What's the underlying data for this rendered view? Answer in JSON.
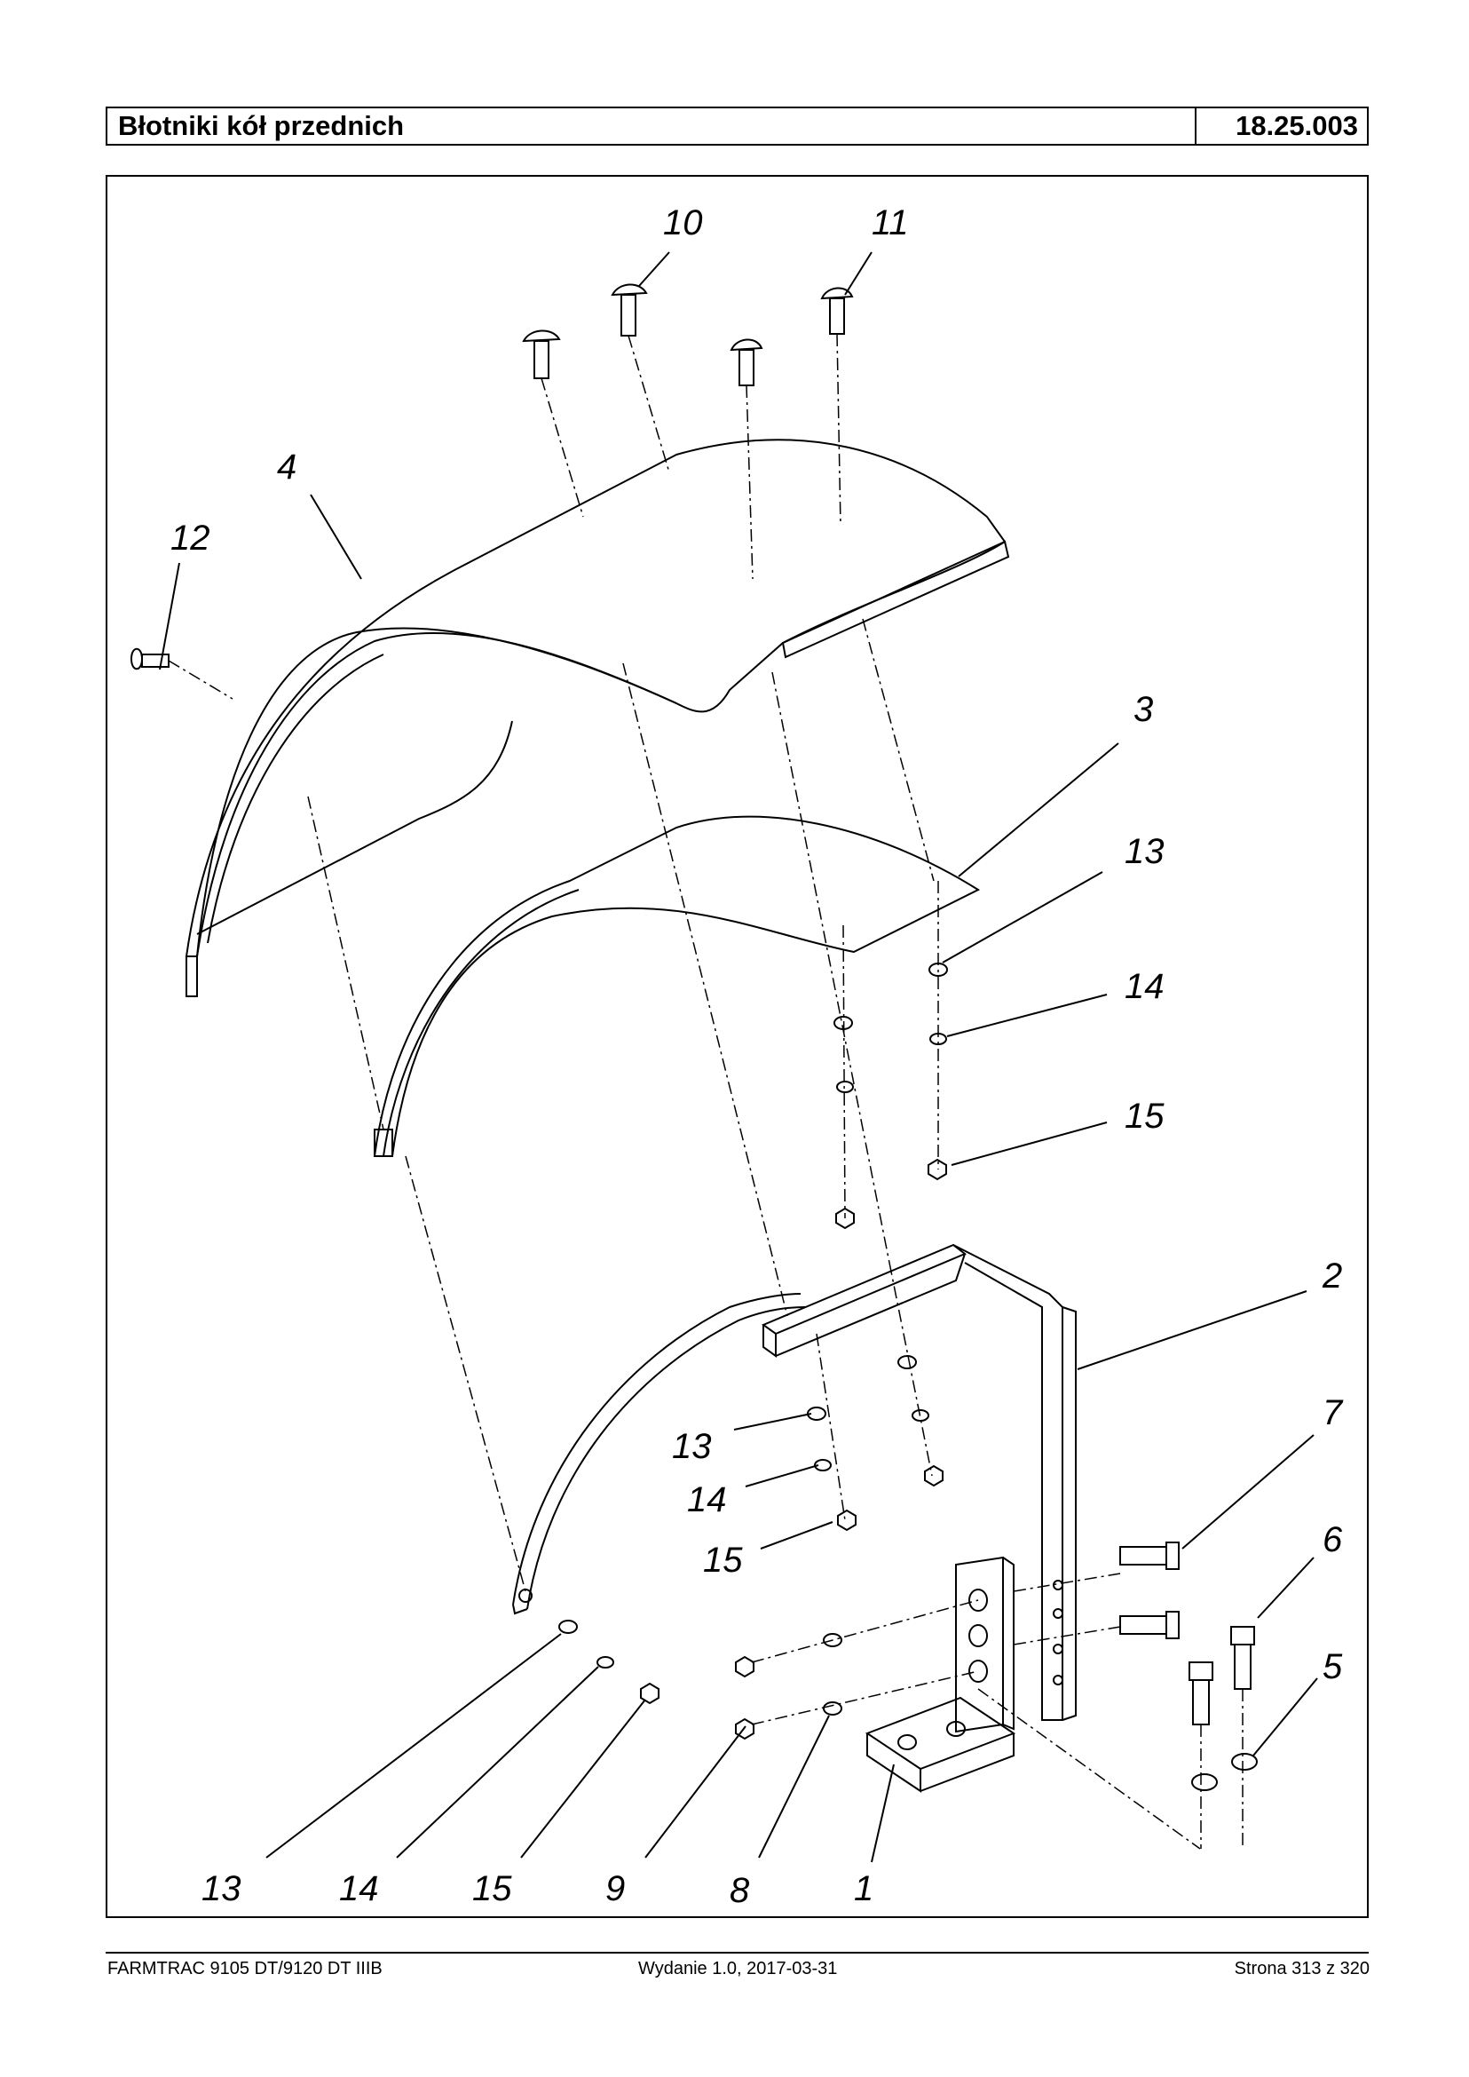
{
  "header": {
    "title": "Błotniki kół przednich",
    "code": "18.25.003"
  },
  "callouts": {
    "c1": "1",
    "c2": "2",
    "c3": "3",
    "c4": "4",
    "c5": "5",
    "c6": "6",
    "c7": "7",
    "c8": "8",
    "c9": "9",
    "c10": "10",
    "c11": "11",
    "c12": "12",
    "c13a": "13",
    "c13b": "13",
    "c13c": "13",
    "c14a": "14",
    "c14b": "14",
    "c14c": "14",
    "c15a": "15",
    "c15b": "15",
    "c15c": "15"
  },
  "footer": {
    "model": "FARMTRAC 9105 DT/9120 DT IIIB",
    "edition": "Wydanie 1.0,  2017-03-31",
    "page": "Strona 313 z 320"
  }
}
